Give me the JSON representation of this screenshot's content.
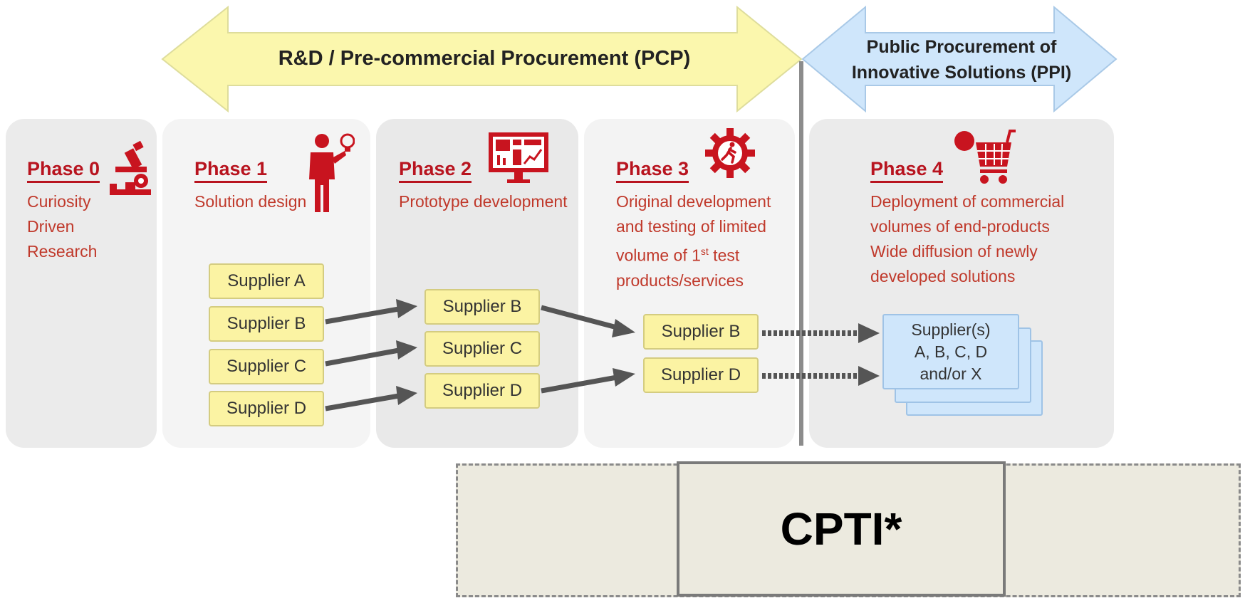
{
  "banners": {
    "pcp": "R&D / Pre-commercial Procurement (PCP)",
    "ppi_line1": "Public Procurement of",
    "ppi_line2": "Innovative Solutions (PPI)"
  },
  "phases": [
    {
      "title": "Phase 0",
      "desc": [
        "Curiosity",
        "Driven",
        "Research"
      ],
      "icon": "microscope-icon"
    },
    {
      "title": "Phase 1",
      "desc": [
        "Solution design"
      ],
      "icon": "person-lightbulb-icon"
    },
    {
      "title": "Phase 2",
      "desc": [
        "Prototype development"
      ],
      "icon": "monitor-dashboard-icon"
    },
    {
      "title": "Phase 3",
      "desc": [
        "Original development",
        "and testing of limited",
        "volume of 1",
        "products/services"
      ],
      "sup": "st",
      "desc3_suffix": " test",
      "icon": "gear-runner-icon"
    },
    {
      "title": "Phase 4",
      "desc": [
        "Deployment of commercial",
        "volumes of end-products",
        "Wide diffusion of newly",
        "developed solutions"
      ],
      "icon": "shopping-cart-icon"
    }
  ],
  "suppliers": {
    "phase1": [
      "Supplier A",
      "Supplier B",
      "Supplier C",
      "Supplier D"
    ],
    "phase2": [
      "Supplier B",
      "Supplier C",
      "Supplier D"
    ],
    "phase3": [
      "Supplier B",
      "Supplier D"
    ],
    "phase4": [
      "Supplier(s)",
      "A, B, C, D",
      "and/or X"
    ]
  },
  "cpti": "CPTI*",
  "colors": {
    "accent_red": "#b8141f",
    "pcp_arrow": "#fbf7ad",
    "ppi_arrow": "#cfe6fb",
    "supplier_fill": "#fbf3a3",
    "panel_grey": "#ececec"
  }
}
